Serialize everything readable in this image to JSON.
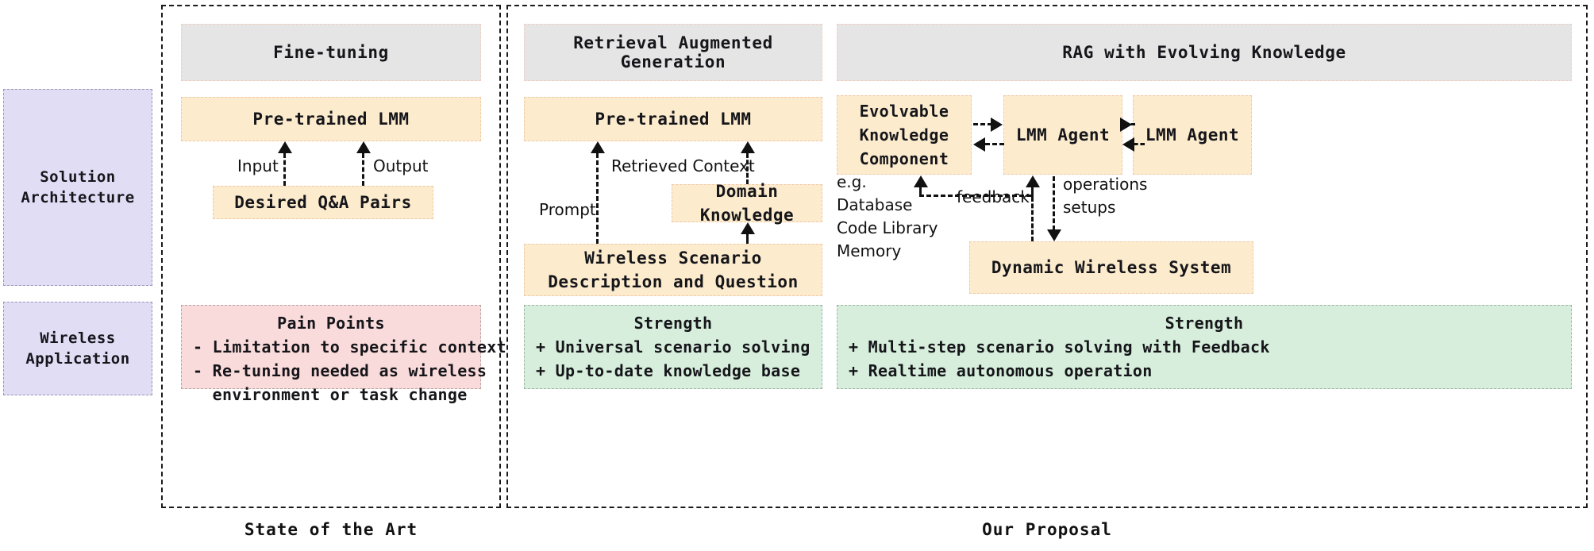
{
  "figure": {
    "row_labels": [
      {
        "id": "solution-architecture",
        "text": "Solution\nArchitecture"
      },
      {
        "id": "wireless-application",
        "text": "Wireless\nApplication"
      }
    ],
    "captions": [
      {
        "id": "state-of-the-art",
        "text": "State of the Art"
      },
      {
        "id": "our-proposal",
        "text": "Our Proposal"
      }
    ],
    "columns": [
      {
        "id": "fine-tuning",
        "header": "Fine-tuning",
        "boxes": [
          {
            "id": "pre-trained-lmm",
            "text": "Pre-trained LMM"
          },
          {
            "id": "desired-qa-pairs",
            "text": "Desired Q&A Pairs"
          }
        ],
        "edge_labels": [
          {
            "id": "input",
            "text": "Input"
          },
          {
            "id": "output",
            "text": "Output"
          }
        ],
        "summary": {
          "id": "pain-points",
          "kind": "pain",
          "title": "Pain Points",
          "lines": [
            "- Limitation to specific context",
            "- Re-tuning needed as wireless",
            "  environment or task change"
          ]
        }
      },
      {
        "id": "retrieval-augmented-generation",
        "header": "Retrieval Augmented Generation",
        "boxes": [
          {
            "id": "pre-trained-lmm",
            "text": "Pre-trained LMM"
          },
          {
            "id": "domain-knowledge",
            "text": "Domain Knowledge"
          },
          {
            "id": "wireless-scenario",
            "text": "Wireless Scenario\nDescription and Question"
          }
        ],
        "edge_labels": [
          {
            "id": "prompt",
            "text": "Prompt"
          },
          {
            "id": "retrieved-context",
            "text": "Retrieved Context"
          }
        ],
        "summary": {
          "id": "strength-rag",
          "kind": "strength",
          "title": "Strength",
          "lines": [
            "+ Universal scenario solving",
            "+ Up-to-date knowledge base"
          ]
        }
      },
      {
        "id": "rag-with-evolving-knowledge",
        "header": "RAG with Evolving Knowledge",
        "boxes": [
          {
            "id": "evolvable-knowledge-component",
            "text": "Evolvable\nKnowledge\nComponent"
          },
          {
            "id": "lmm-agent-1",
            "text": "LMM Agent"
          },
          {
            "id": "lmm-agent-2",
            "text": "LMM Agent"
          },
          {
            "id": "dynamic-wireless-system",
            "text": "Dynamic Wireless System"
          }
        ],
        "edge_labels": [
          {
            "id": "eg-list",
            "text": "e.g.\nDatabase\nCode Library\nMemory"
          },
          {
            "id": "feedback",
            "text": "feedback"
          },
          {
            "id": "operations-setups",
            "text": "operations\nsetups"
          }
        ],
        "summary": {
          "id": "strength-evolving",
          "kind": "strength",
          "title": "Strength",
          "lines": [
            "+ Multi-step scenario solving with Feedback",
            "+ Realtime autonomous operation"
          ]
        }
      }
    ],
    "colors": {
      "orange_fill": "#fceccd",
      "orange_border": "#f0c8a8",
      "grey_fill": "#e5e5e6",
      "lavender_fill": "#e0ddf5",
      "pink_fill": "#fadbdb",
      "green_fill": "#d6eedb",
      "stroke": "#111111"
    }
  }
}
